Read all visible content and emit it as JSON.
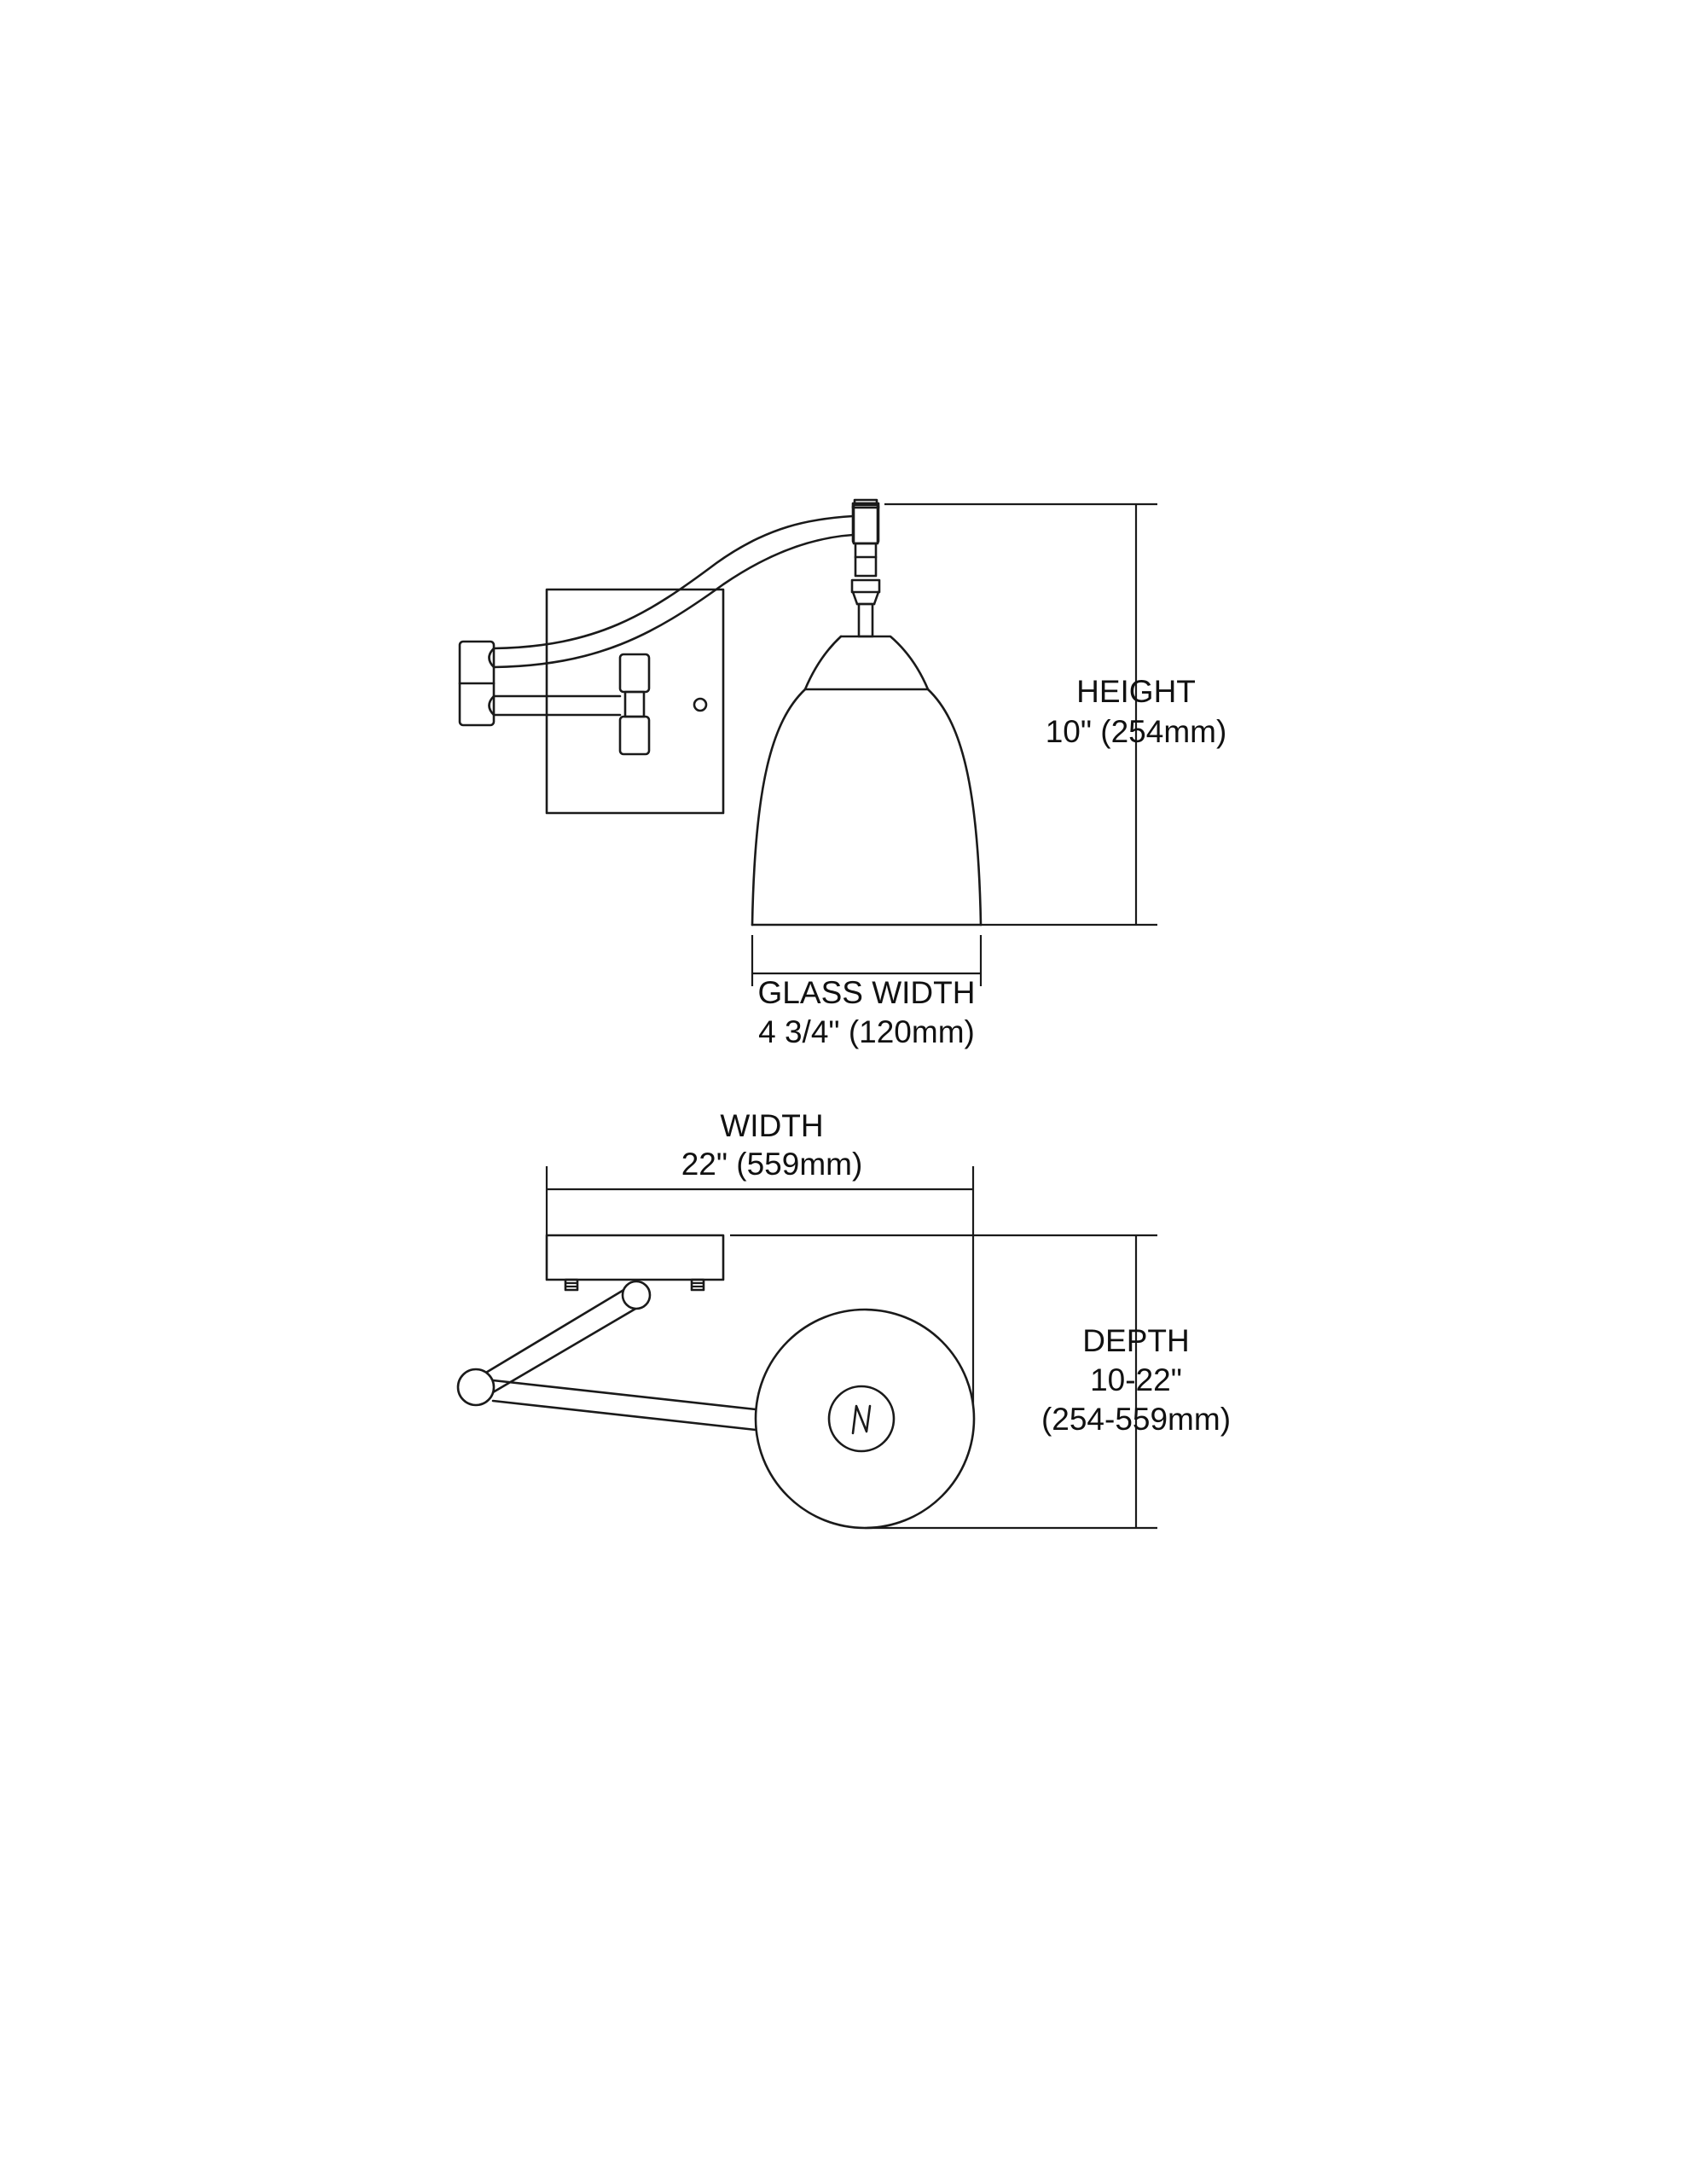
{
  "diagram": {
    "front_view": {
      "height": {
        "label": "HEIGHT",
        "value": "10\" (254mm)"
      },
      "glass_width": {
        "label": "GLASS WIDTH",
        "value": "4 3/4\" (120mm)"
      }
    },
    "top_view": {
      "width": {
        "label": "WIDTH",
        "value": "22\" (559mm)"
      },
      "depth": {
        "label": "DEPTH",
        "value": "10-22\"",
        "value_metric": "(254-559mm)"
      }
    }
  }
}
